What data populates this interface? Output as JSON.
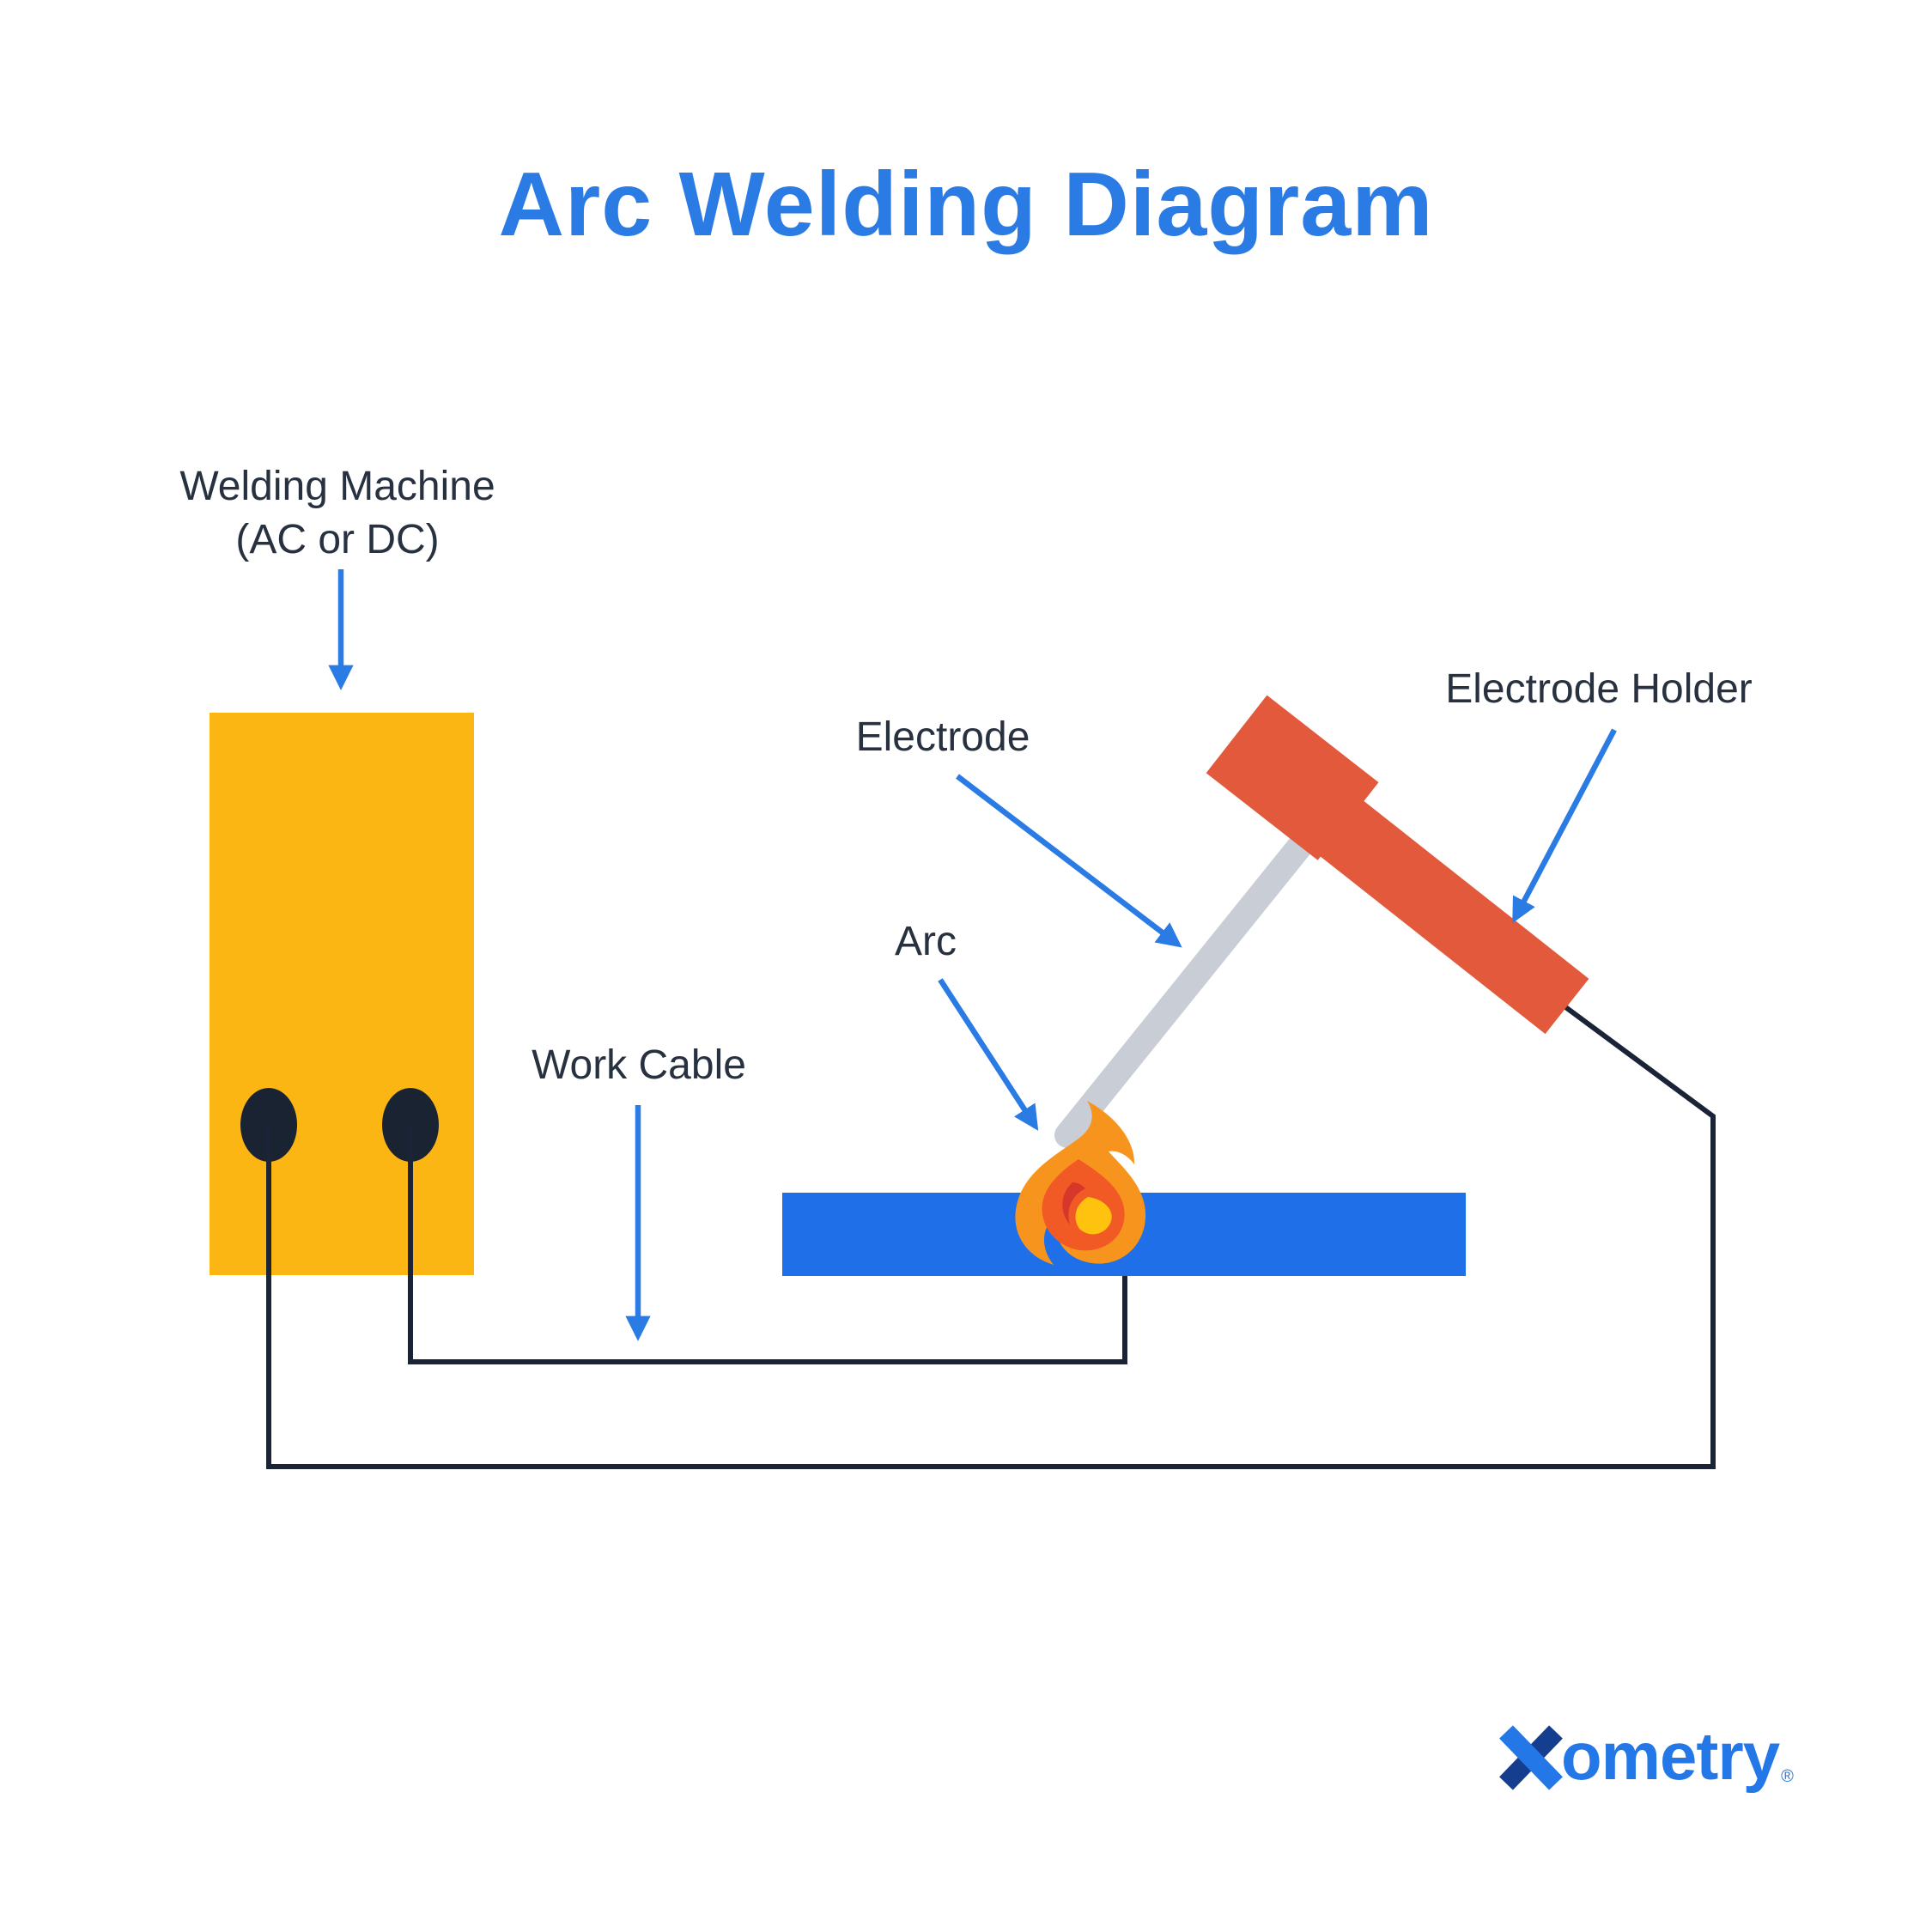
{
  "title": "Arc Welding Diagram",
  "labels": {
    "welding_machine_line1": "Welding Machine",
    "welding_machine_line2": "(AC or DC)",
    "electrode": "Electrode",
    "electrode_holder": "Electrode Holder",
    "arc": "Arc",
    "work_cable": "Work Cable"
  },
  "logo": {
    "brand": "ometry",
    "registered": "®"
  },
  "colors": {
    "title_blue": "#2B7BE4",
    "arrow_blue": "#2B7BE4",
    "machine_yellow": "#FBB614",
    "workpiece_blue": "#1E6FE8",
    "holder_orange": "#E2593C",
    "electrode_gray": "#C9CED6",
    "cable_navy": "#1B2437",
    "terminal_navy": "#1A2332",
    "label_text": "#273140",
    "flame_gold": "#F7941E",
    "flame_orange": "#F15A24",
    "flame_red": "#D7362A",
    "flame_yellow": "#FFC20E",
    "logo_blue": "#2477E6",
    "logo_dark_blue": "#153E8F"
  }
}
